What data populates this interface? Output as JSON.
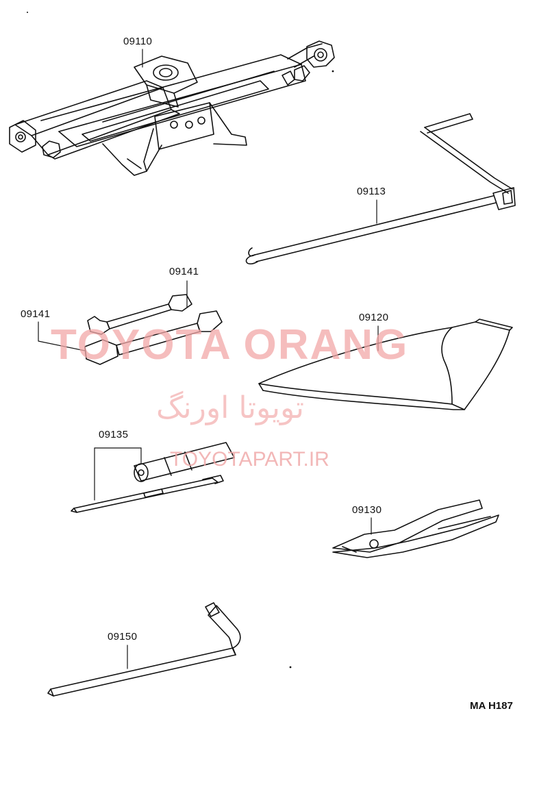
{
  "watermark": {
    "brand": "TOYOTA ORANG",
    "persian": "تویوتا اورنگ",
    "url": "TOYOTAPART.IR"
  },
  "parts": {
    "jack": "09110",
    "jack_handle": "09113",
    "wrench_small": "09141",
    "wrench_large": "09141",
    "tool_bag": "09120",
    "screwdriver": "09135",
    "pliers": "09130",
    "wheel_wrench": "09150"
  },
  "figure_code": "MA H187"
}
